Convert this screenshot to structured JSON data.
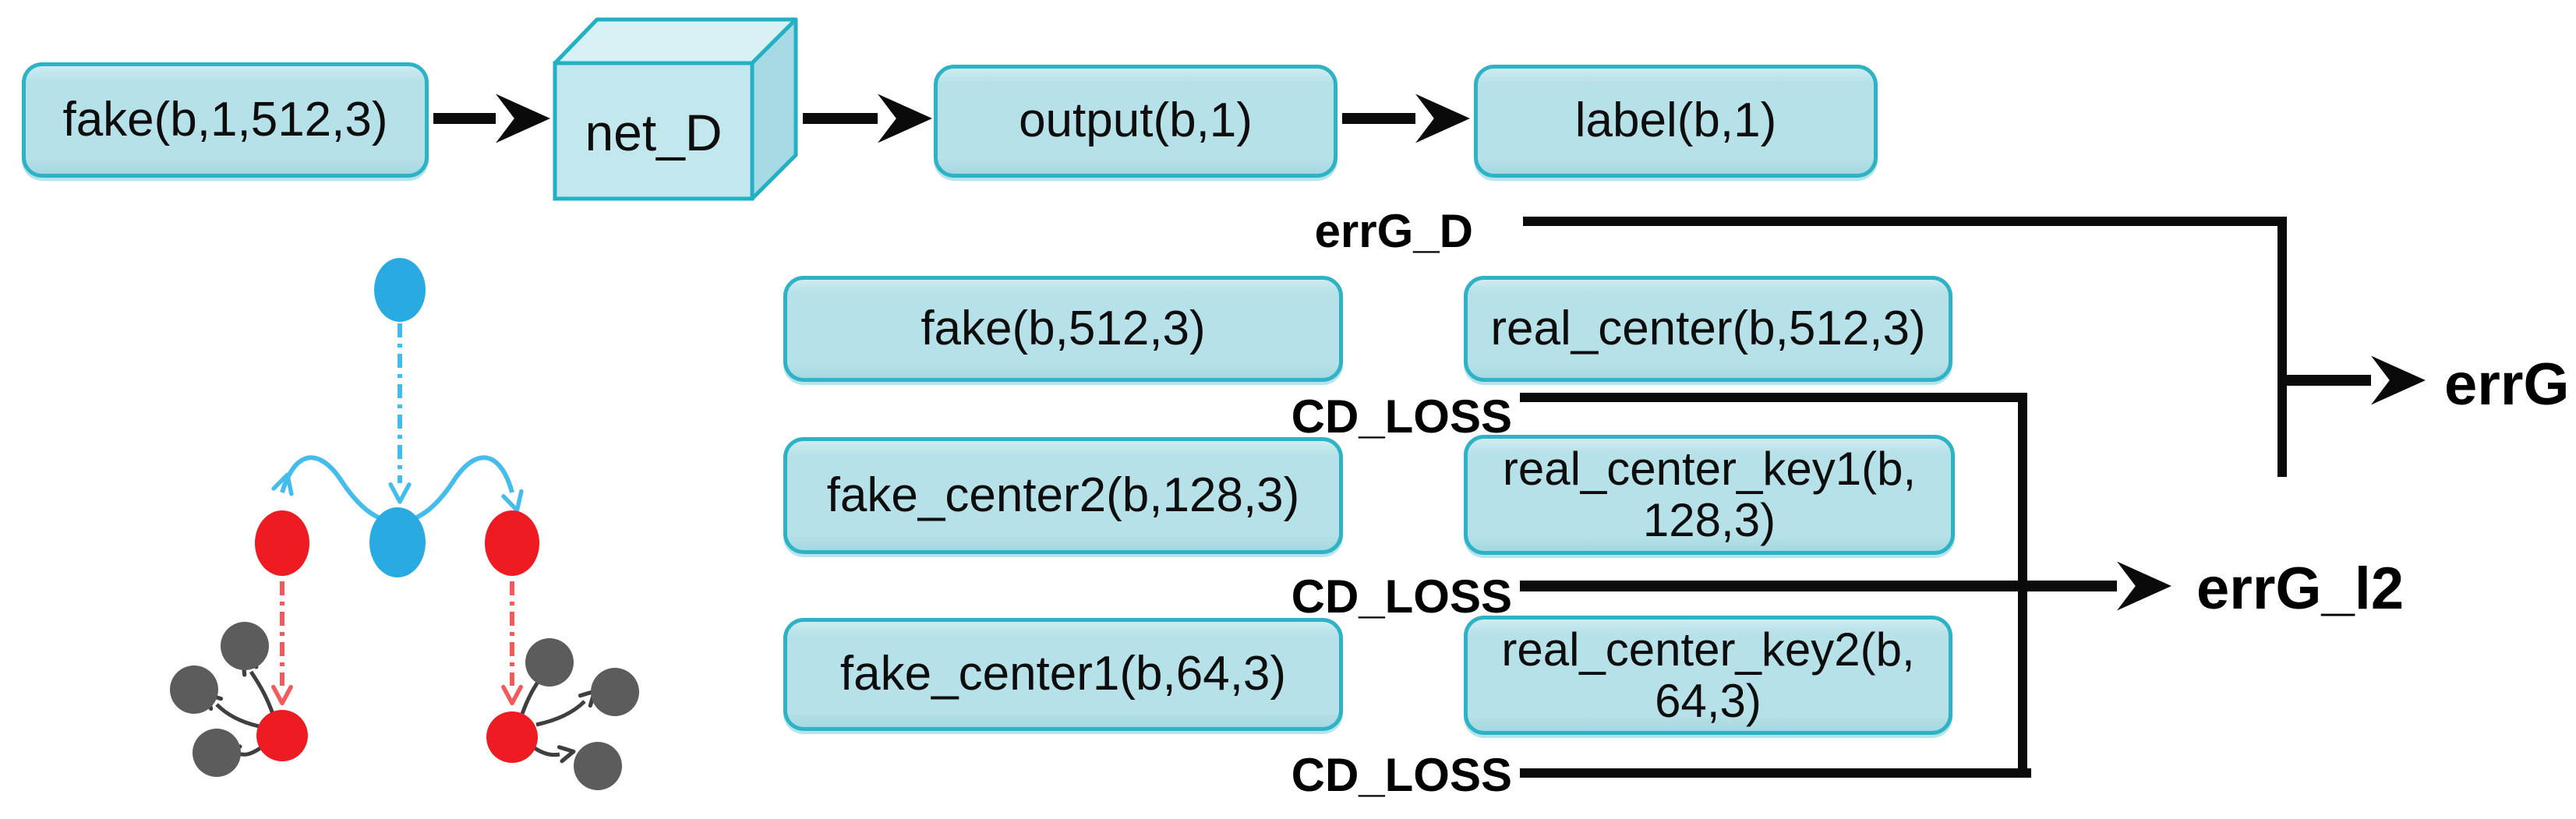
{
  "colors": {
    "background": "#ffffff",
    "box_fill": "#b6e1e8",
    "box_border": "#2eb2c6",
    "connector_black": "#0a0a0a",
    "blue_node": "#29abe2",
    "red_node": "#ee1b22",
    "gray_node": "#5c5c5c",
    "blue_dash": "#45bdec",
    "red_dash": "#f4595c"
  },
  "flow": {
    "input_box": "fake(b,1,512,3)",
    "network_box": "net_D",
    "output_box": "output(b,1)",
    "label_box": "label(b,1)"
  },
  "fake_column": {
    "row1": "fake(b,512,3)",
    "row2": "fake_center2(b,128,3)",
    "row3": "fake_center1(b,64,3)"
  },
  "real_column": {
    "row1": "real_center(b,512,3)",
    "row2": "real_center_key1(b,\n128,3)",
    "row3": "real_center_key2(b,\n64,3)"
  },
  "loss_labels": {
    "errg_d": "errG_D",
    "errg": "errG",
    "errg_l2": "errG_l2",
    "cd_loss_row1": "CD_LOSS",
    "cd_loss_row2": "CD_LOSS",
    "cd_loss_row3": "CD_LOSS"
  }
}
